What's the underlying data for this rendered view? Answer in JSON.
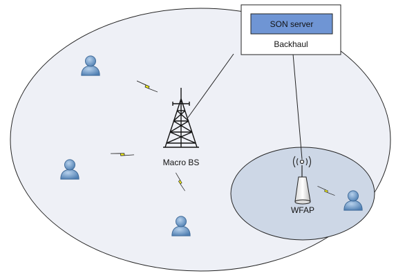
{
  "server_box": {
    "server_label": "SON server",
    "backhaul_label": "Backhaul"
  },
  "macro_bs": {
    "label": "Macro BS"
  },
  "femto": {
    "label": "WFAP"
  },
  "colors": {
    "macro_cell_fill": "#eef0f6",
    "femto_cell_fill": "#cdd7e6",
    "server_fill": "#6f95d4",
    "lightning_fill": "#f2ee1c",
    "user_fill": "#7ea6cf",
    "user_dark": "#3f6a98"
  }
}
